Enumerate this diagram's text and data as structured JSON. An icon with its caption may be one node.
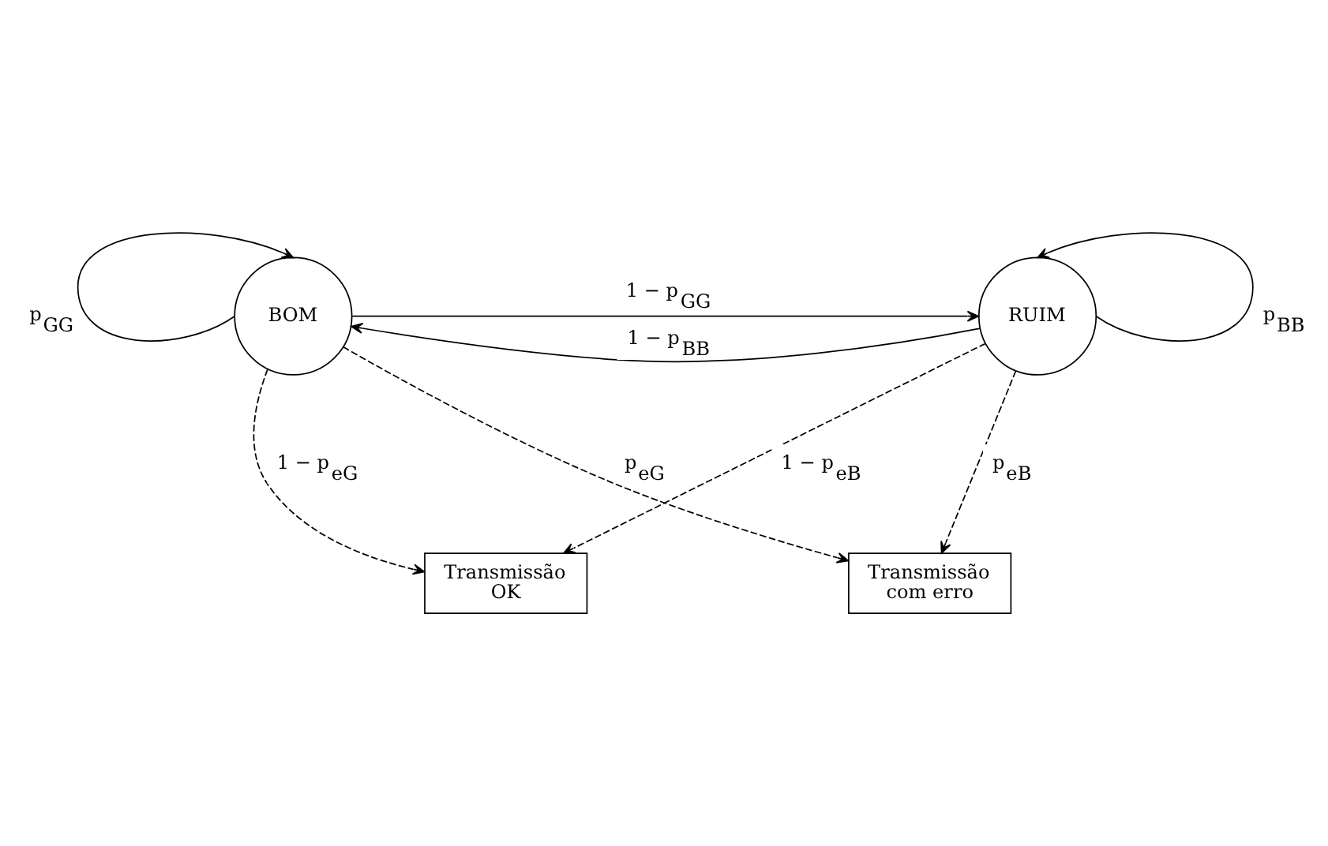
{
  "diagram": {
    "nodes": [
      {
        "text": [
          "BOM"
        ]
      },
      {
        "text": [
          "RUIM"
        ]
      },
      {
        "text": [
          "Transmissão OK"
        ]
      },
      {
        "text": [
          "Transmissão com erro"
        ]
      }
    ],
    "edges": [
      {
        "from": 0,
        "to": 0,
        "arrow": "to",
        "label": "p$_{GG}$"
      },
      {
        "from": 0,
        "to": 1,
        "arrow": "to",
        "label": "1 − p$_{GG}$"
      },
      {
        "from": 1,
        "to": 1,
        "arrow": "to",
        "label": "p$_{BB}$"
      },
      {
        "from": 1,
        "to": 0,
        "arrow": "to",
        "label": "1 − p$_{BB}$"
      },
      {
        "from": 0,
        "to": 2,
        "arrow": "to",
        "style": "dashed",
        "label": "1 − p$_{eG}$"
      },
      {
        "from": 0,
        "to": 3,
        "arrow": "to",
        "style": "dashed",
        "label": "p$_{eG}$"
      },
      {
        "from": 1,
        "to": 2,
        "arrow": "to",
        "style": "dashed",
        "label": "1 − p$_{eB}$"
      },
      {
        "from": 1,
        "to": 3,
        "arrow": "to",
        "style": "dashed",
        "label": "p$_{eB}$"
      }
    ]
  }
}
